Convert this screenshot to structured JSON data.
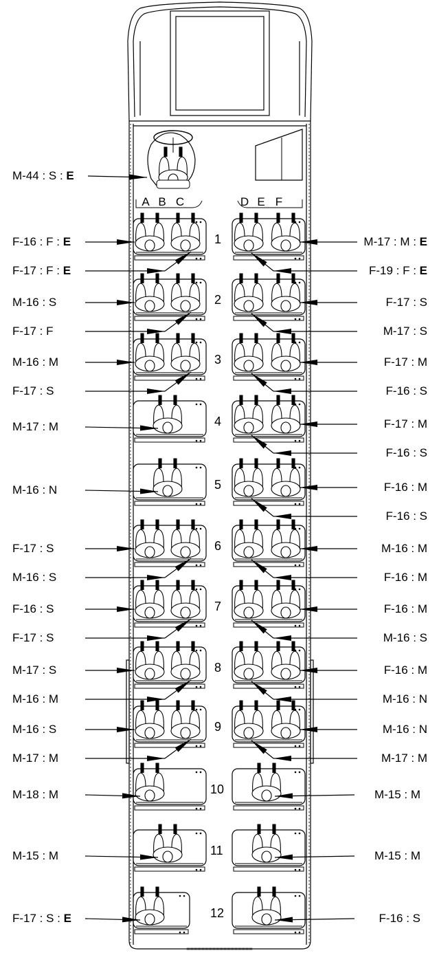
{
  "columns": [
    "A",
    "B",
    "C",
    "D",
    "E",
    "F"
  ],
  "driver": {
    "text": "M-44 : S : ",
    "tag": "E"
  },
  "rows": [
    {
      "num": "1",
      "left": {
        "seats": "AC",
        "outer": {
          "text": "F-16 : F : ",
          "tag": "E"
        },
        "inner": {
          "text": "F-17 : F : ",
          "tag": "E"
        }
      },
      "right": {
        "seats": "DF",
        "outer": {
          "text": "M-17 : M : ",
          "tag": "E"
        },
        "inner": {
          "text": "F-19 : F : ",
          "tag": "E"
        }
      }
    },
    {
      "num": "2",
      "left": {
        "seats": "AC",
        "outer": {
          "text": "M-16 : S",
          "tag": ""
        },
        "inner": {
          "text": "F-17 : F",
          "tag": ""
        }
      },
      "right": {
        "seats": "DF",
        "outer": {
          "text": "F-17 : S",
          "tag": ""
        },
        "inner": {
          "text": "M-17 : S",
          "tag": ""
        }
      }
    },
    {
      "num": "3",
      "left": {
        "seats": "AC",
        "outer": {
          "text": "M-16 : M",
          "tag": ""
        },
        "inner": {
          "text": "F-17 : S",
          "tag": ""
        }
      },
      "right": {
        "seats": "DF",
        "outer": {
          "text": "F-17 : M",
          "tag": ""
        },
        "inner": {
          "text": "F-16 : S",
          "tag": ""
        }
      }
    },
    {
      "num": "4",
      "left": {
        "seats": "B",
        "single": {
          "text": "M-17 : M",
          "tag": ""
        }
      },
      "right": {
        "seats": "DF",
        "outer": {
          "text": "F-17 : M",
          "tag": ""
        },
        "inner": {
          "text": "F-16 : S",
          "tag": ""
        }
      }
    },
    {
      "num": "5",
      "left": {
        "seats": "B",
        "single": {
          "text": "M-16 : N",
          "tag": ""
        }
      },
      "right": {
        "seats": "DF",
        "outer": {
          "text": "F-16 : M",
          "tag": ""
        },
        "inner": {
          "text": "F-16 : S",
          "tag": ""
        }
      }
    },
    {
      "num": "6",
      "left": {
        "seats": "AC",
        "outer": {
          "text": "F-17 : S",
          "tag": ""
        },
        "inner": {
          "text": "M-16 : S",
          "tag": ""
        }
      },
      "right": {
        "seats": "DF",
        "outer": {
          "text": "M-16 : M",
          "tag": ""
        },
        "inner": {
          "text": "F-16 : M",
          "tag": ""
        }
      }
    },
    {
      "num": "7",
      "left": {
        "seats": "AC",
        "outer": {
          "text": "F-16 : S",
          "tag": ""
        },
        "inner": {
          "text": "F-17 : S",
          "tag": ""
        }
      },
      "right": {
        "seats": "DF",
        "outer": {
          "text": "F-16 : M",
          "tag": ""
        },
        "inner": {
          "text": "M-16 : S",
          "tag": ""
        }
      }
    },
    {
      "num": "8",
      "left": {
        "seats": "AC",
        "outer": {
          "text": "M-17 : S",
          "tag": ""
        },
        "inner": {
          "text": "M-16 : M",
          "tag": ""
        }
      },
      "right": {
        "seats": "DF",
        "outer": {
          "text": "F-16 : M",
          "tag": ""
        },
        "inner": {
          "text": "M-16 : N",
          "tag": ""
        }
      }
    },
    {
      "num": "9",
      "left": {
        "seats": "AC",
        "outer": {
          "text": "M-16 : S",
          "tag": ""
        },
        "inner": {
          "text": "M-17 : M",
          "tag": ""
        }
      },
      "right": {
        "seats": "DF",
        "outer": {
          "text": "M-16 : N",
          "tag": ""
        },
        "inner": {
          "text": "M-17 : M",
          "tag": ""
        }
      }
    },
    {
      "num": "10",
      "left": {
        "seats": "A",
        "single": {
          "text": "M-18 : M",
          "tag": ""
        }
      },
      "right": {
        "seats": "E",
        "single": {
          "text": "M-15 : M",
          "tag": ""
        }
      }
    },
    {
      "num": "11",
      "left": {
        "seats": "B",
        "single": {
          "text": "M-15 : M",
          "tag": ""
        }
      },
      "right": {
        "seats": "E",
        "single": {
          "text": "M-15 : M",
          "tag": ""
        }
      }
    },
    {
      "num": "12",
      "left": {
        "seats": "A",
        "single": {
          "text": "F-17 : S : ",
          "tag": "E"
        }
      },
      "right": {
        "seats": "E",
        "single": {
          "text": "F-16 : S",
          "tag": ""
        }
      }
    }
  ]
}
